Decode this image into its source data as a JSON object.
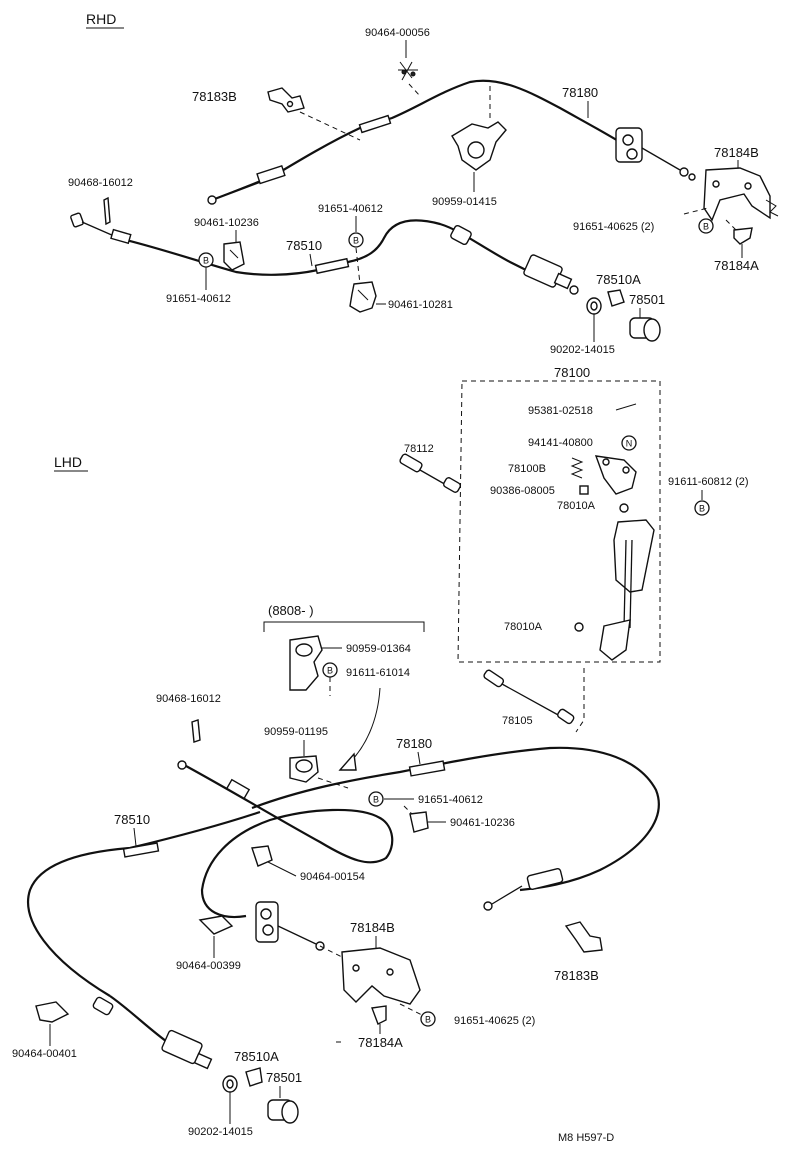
{
  "sections": {
    "rhd": "RHD",
    "lhd": "LHD"
  },
  "range_bracket": "(8808-        )",
  "footer_code": "M8  H597-D",
  "bolt_marks": {
    "b": "B",
    "n": "N"
  },
  "labels": {
    "p90464_00056": "90464-00056",
    "p78183B_rhd": "78183B",
    "p78180_rhd": "78180",
    "p78184B_rhd": "78184B",
    "p90468_16012_rhd": "90468-16012",
    "p90959_01415": "90959-01415",
    "p91651_40612_a": "91651-40612",
    "p90461_10236_rhd": "90461-10236",
    "p78510_rhd": "78510",
    "p91651_40625_rhd": "91651-40625 (2)",
    "p78184A_rhd": "78184A",
    "p91651_40612_b": "91651-40612",
    "p90461_10281": "90461-10281",
    "p78510A_rhd": "78510A",
    "p78501_rhd": "78501",
    "p90202_14015_rhd": "90202-14015",
    "p78100": "78100",
    "p95381_02518": "95381-02518",
    "p94141_40800": "94141-40800",
    "p78112": "78112",
    "p78100B": "78100B",
    "p90386_08005": "90386-08005",
    "p78010A_a": "78010A",
    "p91611_60812": "91611-60812 (2)",
    "p78010A_b": "78010A",
    "p90959_01364": "90959-01364",
    "p91611_61014": "91611-61014",
    "p90468_16012_lhd": "90468-16012",
    "p78105": "78105",
    "p90959_01195": "90959-01195",
    "p78180_lhd": "78180",
    "p91651_40612_lhd": "91651-40612",
    "p78510_lhd": "78510",
    "p90461_10236_lhd": "90461-10236",
    "p90464_00154": "90464-00154",
    "p78184B_lhd": "78184B",
    "p90464_00399": "90464-00399",
    "p78183B_lhd": "78183B",
    "p91651_40625_lhd": "91651-40625 (2)",
    "p78184A_lhd": "78184A",
    "p90464_00401": "90464-00401",
    "p78510A_lhd": "78510A",
    "p78501_lhd": "78501",
    "p90202_14015_lhd": "90202-14015"
  }
}
